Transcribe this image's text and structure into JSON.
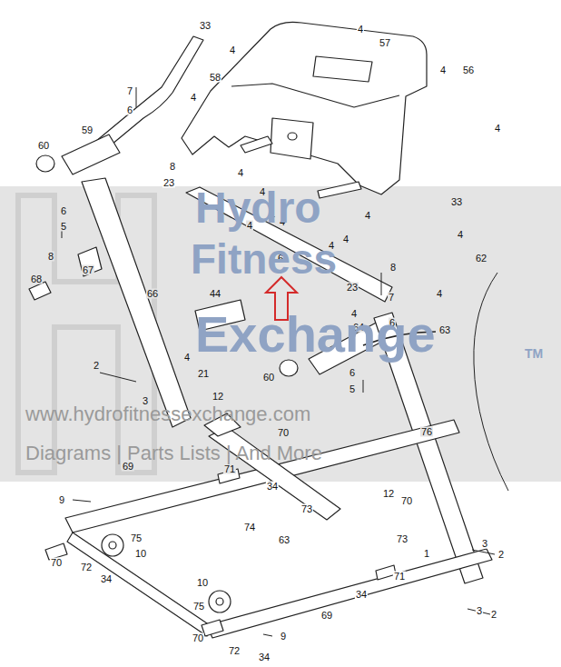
{
  "diagram": {
    "labels": [
      "33",
      "4",
      "4",
      "57",
      "4",
      "56",
      "58",
      "4",
      "7",
      "6",
      "4",
      "59",
      "60",
      "4",
      "8",
      "4",
      "23",
      "4",
      "1",
      "4",
      "4",
      "33",
      "4",
      "4",
      "4",
      "61",
      "62",
      "8",
      "6",
      "5",
      "8",
      "67",
      "68",
      "66",
      "44",
      "23",
      "7",
      "4",
      "4",
      "4",
      "21",
      "2",
      "3",
      "6",
      "64",
      "63",
      "60",
      "6",
      "5",
      "12",
      "70",
      "76",
      "69",
      "71",
      "34",
      "12",
      "70",
      "9",
      "73",
      "74",
      "63",
      "75",
      "10",
      "73",
      "1",
      "3",
      "2",
      "70",
      "72",
      "34",
      "71",
      "34",
      "10",
      "3",
      "2",
      "75",
      "69",
      "9",
      "70",
      "72",
      "34",
      "Hydro",
      "Fitness",
      "Exchange",
      "TM",
      "www.hydrofitnessexchange.com",
      "Diagrams | Parts Lists | And More"
    ]
  }
}
